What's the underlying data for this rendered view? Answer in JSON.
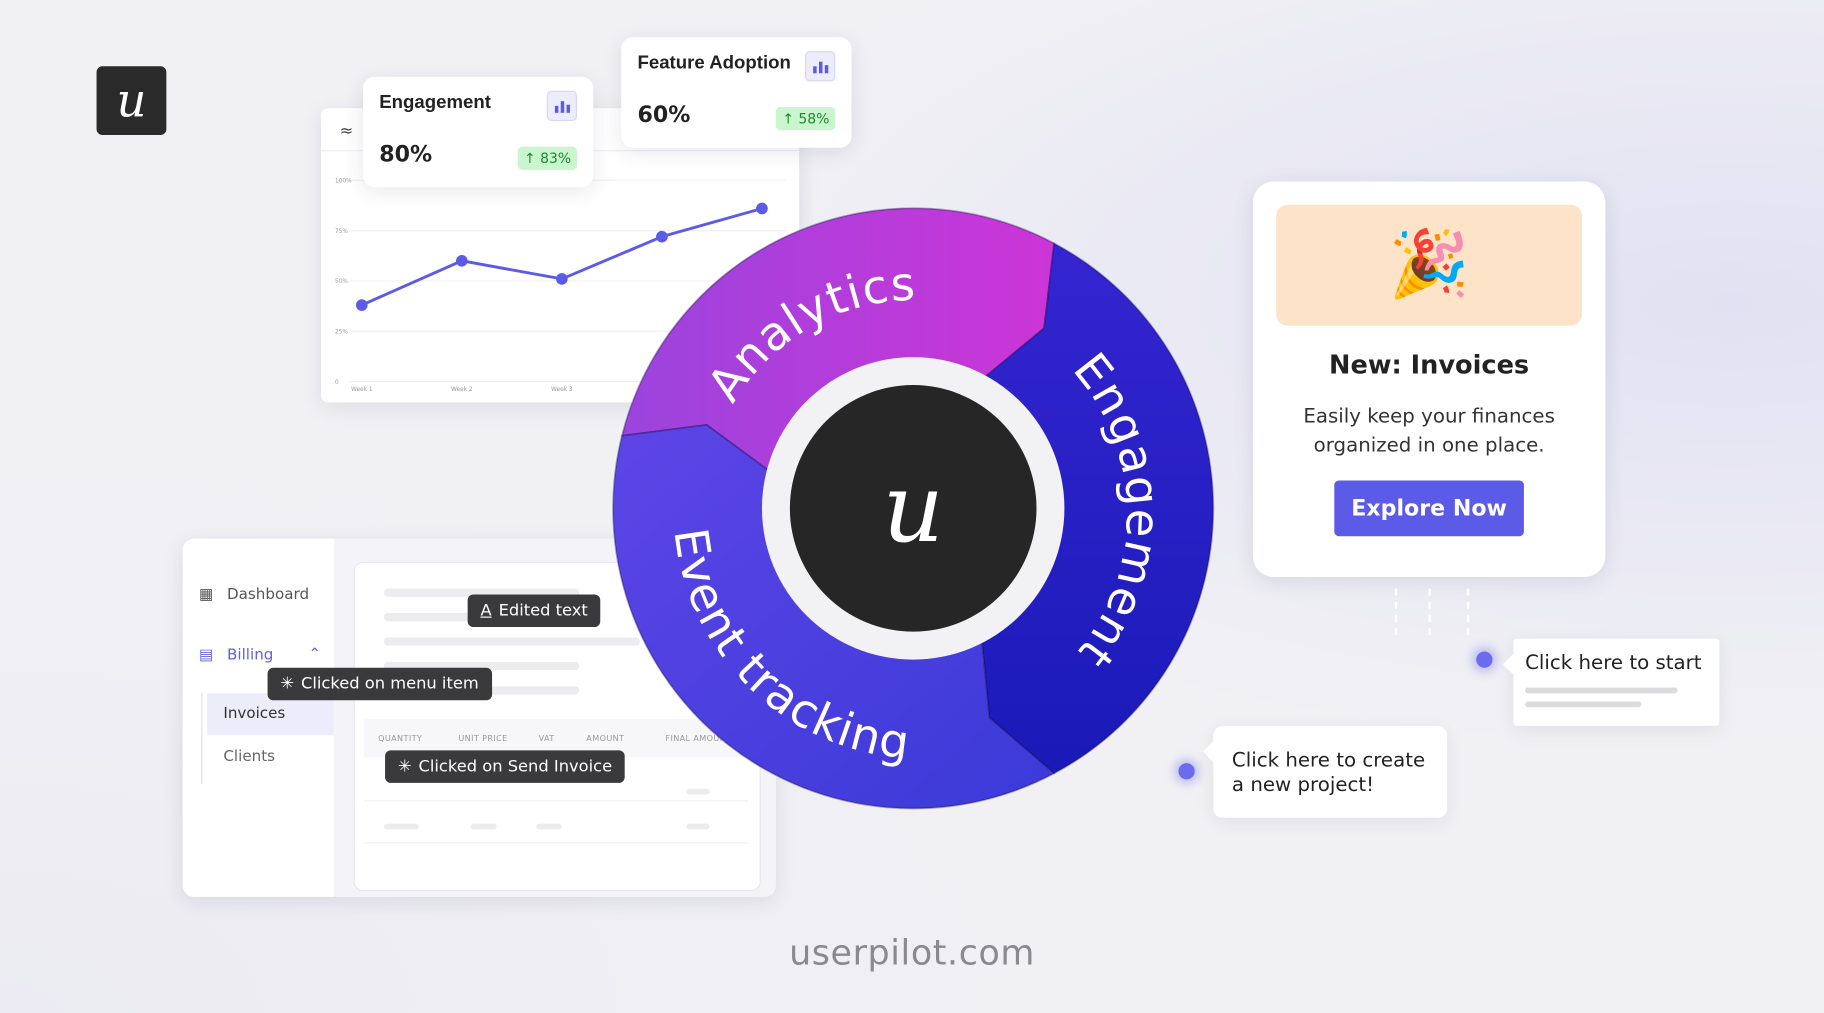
{
  "logo": {
    "glyph": "u"
  },
  "engagement_kpi": {
    "title": "Engagement",
    "value": "80%",
    "change": "↑ 83%",
    "icon": "bar-chart-icon"
  },
  "feature_adoption_kpi": {
    "title": "Feature Adoption",
    "value": "60%",
    "change": "↑ 58%",
    "icon": "bar-chart-icon"
  },
  "chart_data": {
    "type": "line",
    "x_tick_labels": [
      "Week 1",
      "Week 2",
      "Week 3"
    ],
    "x": [
      1,
      2,
      3,
      4,
      5
    ],
    "values": [
      38,
      60,
      51,
      72,
      86
    ],
    "y_tick_labels": [
      "0",
      "25%",
      "50%",
      "75%",
      "100%"
    ],
    "ylim": [
      0,
      100
    ],
    "grid": true,
    "color": "#5b5be8"
  },
  "wheel": {
    "segments": [
      {
        "label": "Analytics",
        "color": "#b03fd8"
      },
      {
        "label": "Engagement",
        "color": "#2a22c8"
      },
      {
        "label": "Event tracking",
        "color": "#4a3fe0"
      }
    ],
    "center_glyph": "u"
  },
  "announcement": {
    "title": "New: Invoices",
    "body": "Easily keep your finances organized in one place.",
    "button": "Explore Now",
    "accent": "#5b5be8"
  },
  "app": {
    "nav": [
      {
        "label": "Dashboard",
        "icon": "grid-icon"
      },
      {
        "label": "Billing",
        "icon": "document-icon"
      }
    ],
    "subnav": [
      "Invoices",
      "Clients"
    ],
    "table_headers": [
      "QUANTITY",
      "UNIT PRICE",
      "VAT",
      "AMOUNT",
      "FINAL AMOUNT"
    ],
    "events": [
      "Edited text",
      "Clicked on menu item",
      "Clicked on Send Invoice"
    ]
  },
  "hotspots": [
    "Click here to start",
    "Click here to create a new project!"
  ],
  "footer": "userpilot.com"
}
